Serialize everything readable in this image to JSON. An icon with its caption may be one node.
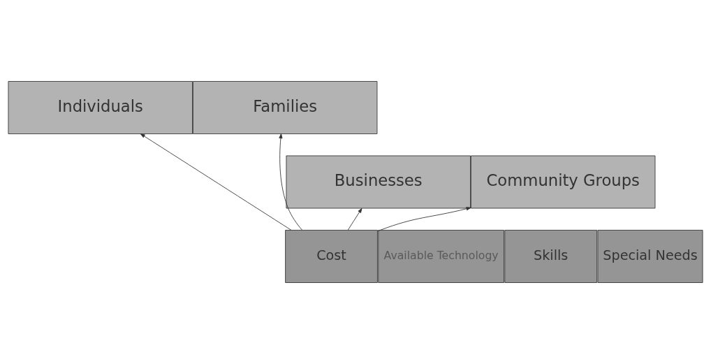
{
  "diagram": {
    "nodes": [
      {
        "text": [
          "Individuals"
        ]
      },
      {
        "text": [
          "Families"
        ]
      },
      {
        "text": [
          "Businesses"
        ]
      },
      {
        "text": [
          "Community Groups"
        ]
      },
      {
        "text": [
          "Available Technology"
        ]
      },
      {
        "text": [
          "Cost"
        ]
      },
      {
        "text": [
          "Skills"
        ]
      },
      {
        "text": [
          "Special Needs"
        ]
      }
    ],
    "edges": [
      {
        "from": 5,
        "to": 0,
        "arrow": "to"
      },
      {
        "from": 5,
        "to": 2,
        "arrow": "to"
      },
      {
        "from": 5,
        "to": 1,
        "arrow": "to"
      },
      {
        "from": 5,
        "to": 3,
        "arrow": "to"
      }
    ]
  }
}
